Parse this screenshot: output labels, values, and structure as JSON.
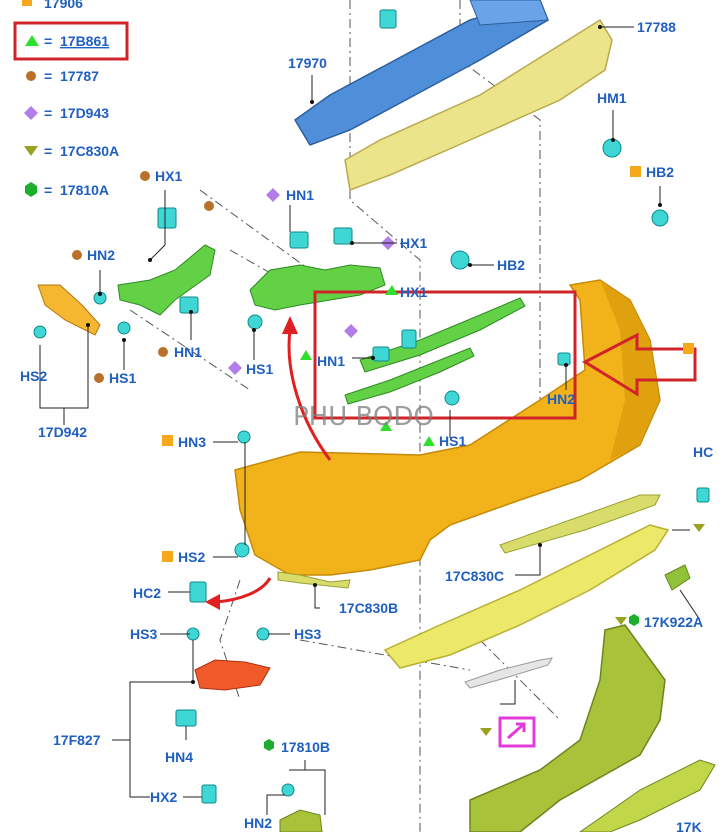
{
  "legend": {
    "top_cut": "17906",
    "items": [
      {
        "part": "17B861",
        "symbol": "triangle-green",
        "eq": "="
      },
      {
        "part": "17787",
        "symbol": "circle-brown",
        "eq": "="
      },
      {
        "part": "17D943",
        "symbol": "diamond-violet",
        "eq": "="
      },
      {
        "part": "17C830A",
        "symbol": "triangle-olive",
        "eq": "="
      },
      {
        "part": "17810A",
        "symbol": "hexagon-green",
        "eq": "="
      }
    ]
  },
  "callouts": {
    "p17970": "17970",
    "p17788": "17788",
    "hm1": "HM1",
    "hb2a": "HB2",
    "hb2b": "HB2",
    "hx1a": "HX1",
    "hn1a": "HN1",
    "hx1b": "HX1",
    "hx1c": "HX1",
    "hn2a": "HN2",
    "hn1b": "HN1",
    "hs2a": "HS2",
    "hs1a": "HS1",
    "hs1b": "HS1",
    "p17d942": "17D942",
    "hn1c": "HN1",
    "hn2b": "HN2",
    "hs1c": "HS1",
    "hn3": "HN3",
    "hs2b": "HS2",
    "hc_right": "HC",
    "hc2": "HC2",
    "p17c830c": "17C830C",
    "p17c830b": "17C830B",
    "p17k922a": "17K922A",
    "hs3a": "HS3",
    "hs3b": "HS3",
    "p17f827": "17F827",
    "hn4": "HN4",
    "hx2": "HX2",
    "p17810b": "17810B",
    "hn2c": "HN2",
    "bottom_cut": "17K"
  },
  "watermark": "PHU BODO",
  "colors": {
    "label_blue": "#1f5fbf",
    "highlight_red": "#d0242a",
    "bumper_yellow": "#f2b21a",
    "reinforcement_blue": "#4f8fd9",
    "absorber_yellow": "#ece48a",
    "bracket_green": "#62d146",
    "clip_cyan": "#3fd6d6",
    "bracket_orange": "#f5b630",
    "lamp_red": "#f05a2a",
    "skid_olive": "#a8c23a",
    "magenta": "#e33bd7"
  }
}
